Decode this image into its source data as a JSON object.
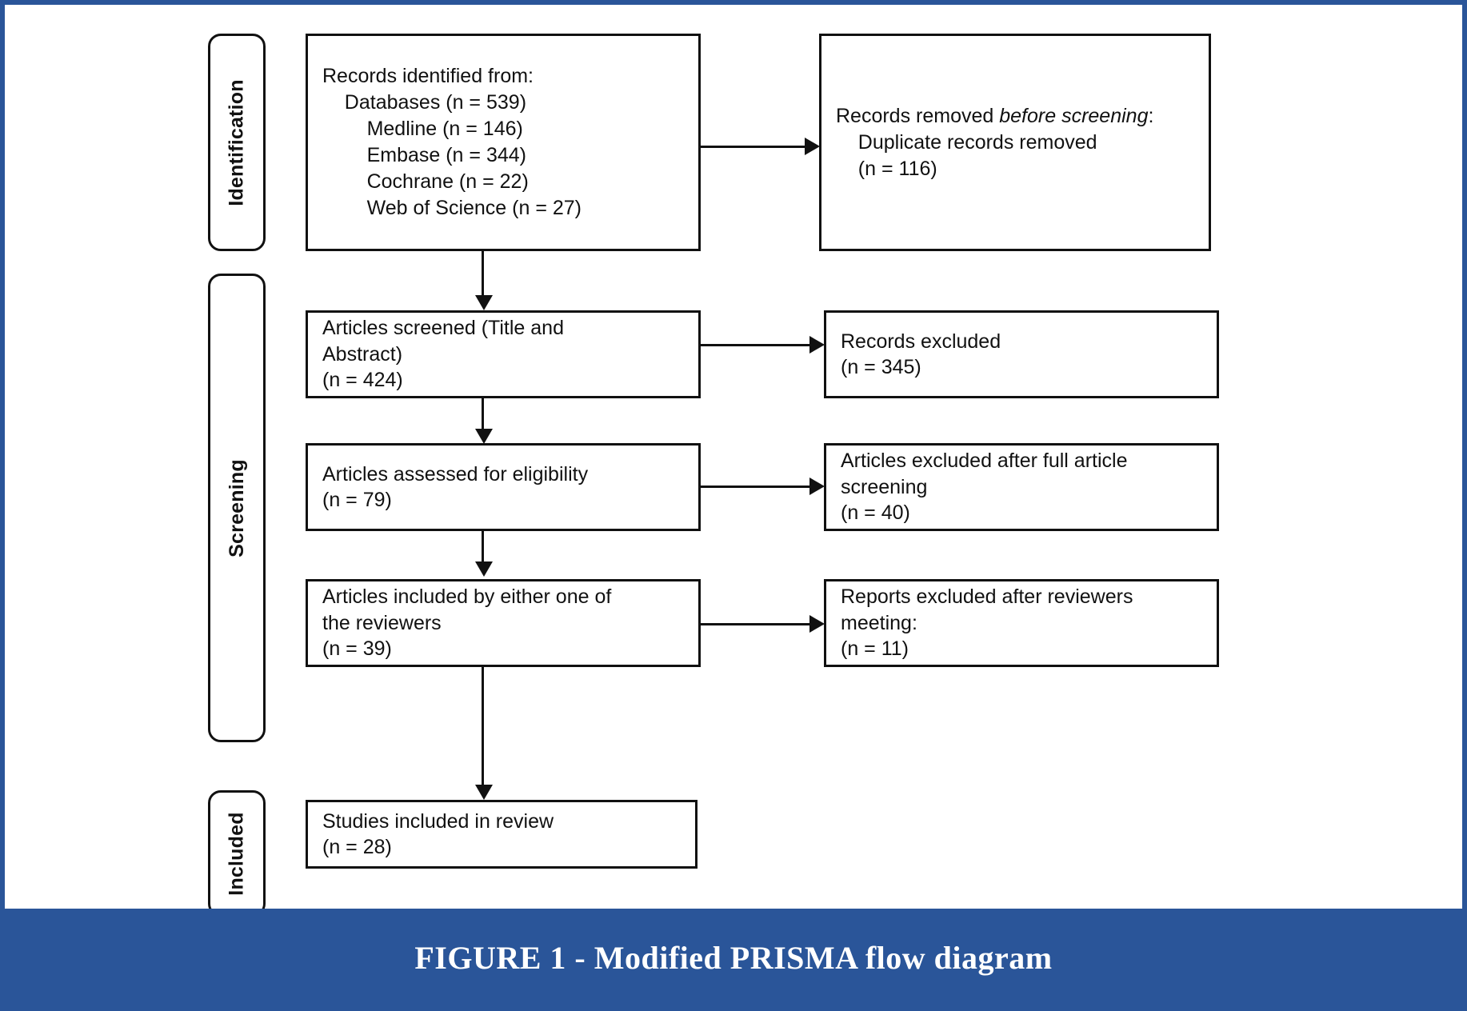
{
  "figure": {
    "caption": "FIGURE 1 - Modified PRISMA flow diagram",
    "band_color": "#2a5599",
    "border_color": "#2a5599",
    "line_color": "#111111",
    "background": "#ffffff"
  },
  "phases": [
    {
      "id": "identification",
      "label": "Identification"
    },
    {
      "id": "screening",
      "label": "Screening"
    },
    {
      "id": "included",
      "label": "Included"
    }
  ],
  "chart_data": {
    "type": "diagram",
    "title": "FIGURE 1 - Modified PRISMA flow diagram",
    "nodes": [
      {
        "id": "records-identified",
        "phase": "identification",
        "column": "left",
        "lines": [
          "Records identified from:",
          "    Databases (n = 539)",
          "        Medline (n = 146)",
          "        Embase (n = 344)",
          "        Cochrane (n = 22)",
          "        Web of Science (n = 27)"
        ],
        "counts": {
          "databases": 539,
          "medline": 146,
          "embase": 344,
          "cochrane": 22,
          "web_of_science": 27
        }
      },
      {
        "id": "records-removed",
        "phase": "identification",
        "column": "right",
        "lines_html": "Records removed <em>before screening</em>:\n    Duplicate records removed\n    (n = 116)",
        "counts": {
          "duplicates_removed": 116
        }
      },
      {
        "id": "articles-screened",
        "phase": "screening",
        "column": "left",
        "lines": [
          "Articles screened (Title and",
          "Abstract)",
          "(n = 424)"
        ],
        "counts": {
          "screened": 424
        }
      },
      {
        "id": "records-excluded",
        "phase": "screening",
        "column": "right",
        "lines": [
          "Records excluded",
          "(n = 345)"
        ],
        "counts": {
          "excluded": 345
        }
      },
      {
        "id": "articles-assessed",
        "phase": "screening",
        "column": "left",
        "lines": [
          "Articles assessed for eligibility",
          "(n = 79)"
        ],
        "counts": {
          "assessed": 79
        }
      },
      {
        "id": "articles-excluded-fulltext",
        "phase": "screening",
        "column": "right",
        "lines": [
          "Articles excluded after full article",
          "screening",
          "(n = 40)"
        ],
        "counts": {
          "excluded_full_text": 40
        }
      },
      {
        "id": "articles-included-either",
        "phase": "screening",
        "column": "left",
        "lines": [
          "Articles included by either one of",
          "the reviewers",
          "(n = 39)"
        ],
        "counts": {
          "included_by_either": 39
        }
      },
      {
        "id": "reports-excluded-meeting",
        "phase": "screening",
        "column": "right",
        "lines": [
          "Reports excluded after reviewers",
          "meeting:",
          "(n = 11)"
        ],
        "counts": {
          "excluded_after_meeting": 11
        }
      },
      {
        "id": "studies-included",
        "phase": "included",
        "column": "left",
        "lines": [
          "Studies included in review",
          "(n = 28)"
        ],
        "counts": {
          "included": 28
        }
      }
    ],
    "edges": [
      {
        "from": "records-identified",
        "to": "records-removed",
        "direction": "right"
      },
      {
        "from": "records-identified",
        "to": "articles-screened",
        "direction": "down"
      },
      {
        "from": "articles-screened",
        "to": "records-excluded",
        "direction": "right"
      },
      {
        "from": "articles-screened",
        "to": "articles-assessed",
        "direction": "down"
      },
      {
        "from": "articles-assessed",
        "to": "articles-excluded-fulltext",
        "direction": "right"
      },
      {
        "from": "articles-assessed",
        "to": "articles-included-either",
        "direction": "down"
      },
      {
        "from": "articles-included-either",
        "to": "reports-excluded-meeting",
        "direction": "right"
      },
      {
        "from": "articles-included-either",
        "to": "studies-included",
        "direction": "down"
      }
    ]
  },
  "boxes": {
    "records_identified": "Records identified from:\n    Databases (n = 539)\n        Medline (n = 146)\n        Embase (n = 344)\n        Cochrane (n = 22)\n        Web of Science (n = 27)",
    "records_removed_prefix": "Records removed ",
    "records_removed_italic": "before screening",
    "records_removed_suffix": ":\n    Duplicate records removed\n    (n = 116)",
    "articles_screened": "Articles screened (Title and\nAbstract)\n(n = 424)",
    "records_excluded": "Records excluded\n(n = 345)",
    "articles_assessed": "Articles assessed for eligibility\n(n = 79)",
    "articles_excluded_fulltext": "Articles excluded after full article\nscreening\n(n = 40)",
    "articles_included_either": "Articles included by either one of\nthe reviewers\n(n = 39)",
    "reports_excluded_meeting": "Reports excluded after reviewers\nmeeting:\n(n = 11)",
    "studies_included": "Studies included in review\n(n = 28)"
  }
}
